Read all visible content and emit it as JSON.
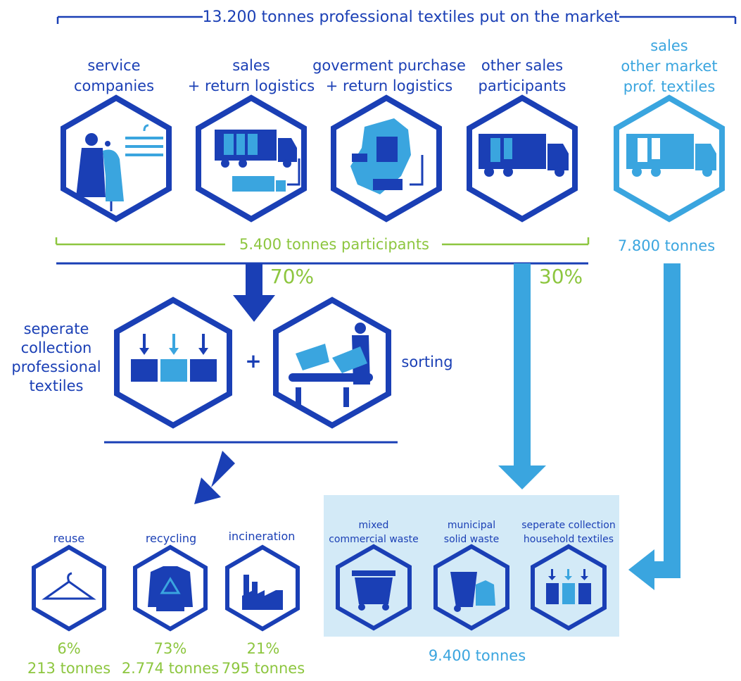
{
  "colors": {
    "dark": "#1a3fb5",
    "light": "#3aa5df",
    "green": "#8dc63f",
    "panel": "#d3eaf7"
  },
  "top_label": "13.200 tonnes professional textiles put on the market",
  "participants": [
    {
      "line1": "service",
      "line2": "companies",
      "icon": "person-hangers-icon"
    },
    {
      "line1": "sales",
      "line2": "+ return logistics",
      "icon": "truck-return-icon"
    },
    {
      "line1": "goverment purchase",
      "line2": "+ return logistics",
      "icon": "map-truck-icon"
    },
    {
      "line1": "other sales",
      "line2": "participants",
      "icon": "truck-icon"
    }
  ],
  "other_market": {
    "line1": "sales",
    "line2": "other market",
    "line3": "prof. textiles",
    "tonnes": "7.800 tonnes"
  },
  "participants_label": "5.400 tonnes participants",
  "pct_70": "70%",
  "pct_30": "30%",
  "collection": {
    "line1": "seperate",
    "line2": "collection",
    "line3": "professional",
    "line4": "textiles",
    "plus": "+",
    "sorting": "sorting"
  },
  "outcomes": [
    {
      "label": "reuse",
      "pct": "6%",
      "tonnes": "213 tonnes",
      "icon": "hanger-icon"
    },
    {
      "label": "recycling",
      "pct": "73%",
      "tonnes": "2.774 tonnes",
      "icon": "recycle-sweater-icon"
    },
    {
      "label": "incineration",
      "pct": "21%",
      "tonnes": "795 tonnes",
      "icon": "factory-icon"
    }
  ],
  "waste": [
    {
      "line1": "mixed",
      "line2": "commercial waste",
      "icon": "container-icon"
    },
    {
      "line1": "municipal",
      "line2": "solid waste",
      "icon": "bin-clothes-icon"
    },
    {
      "line1": "seperate collection",
      "line2": "household textiles",
      "icon": "bins-icon"
    }
  ],
  "waste_total": "9.400 tonnes"
}
